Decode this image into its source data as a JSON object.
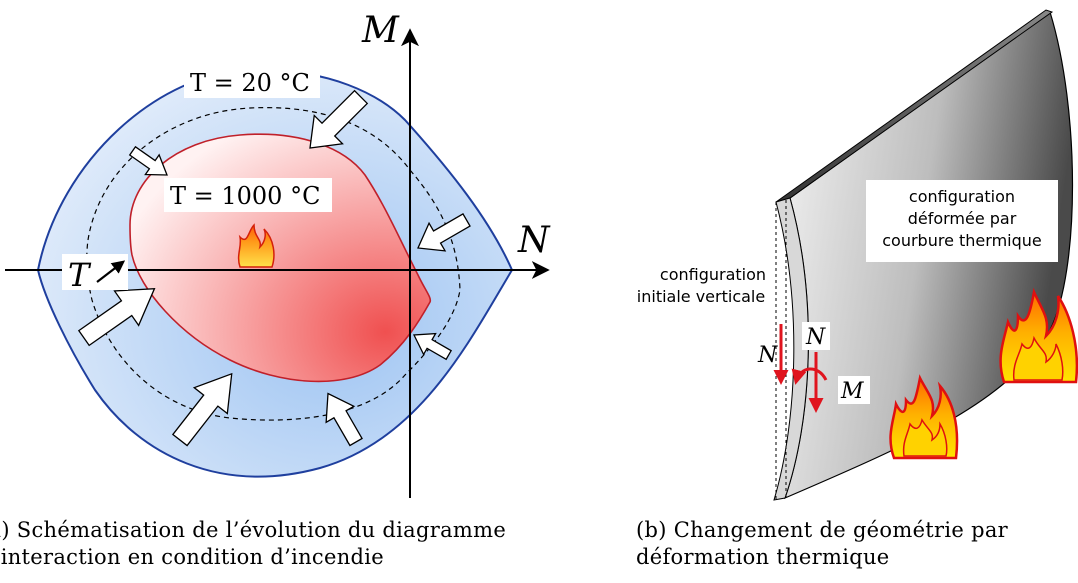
{
  "left_figure": {
    "axis_m_label": "M",
    "axis_n_label": "N",
    "t_arrow_label": "T",
    "label_t20": "T = 20 °C",
    "label_t1000": "T = 1000 °C"
  },
  "right_figure": {
    "initial_config_line1": "configuration",
    "initial_config_line2": "initiale verticale",
    "deformed_config_line1": "configuration",
    "deformed_config_line2": "déformée par",
    "deformed_config_line3": "courbure thermique",
    "n_left_label": "N",
    "n_right_label": "N",
    "m_label": "M"
  },
  "captions": {
    "left_line1": "(a) Schématisation de l’évolution du diagramme",
    "left_line2": "d’interaction en condition d’incendie",
    "right_line1": "(b) Changement de géométrie par",
    "right_line2": "déformation thermique"
  },
  "colors": {
    "outer_curve": "#1f3f9e",
    "inner_curve": "#c0202a",
    "load_arrow": "#e0141e"
  }
}
